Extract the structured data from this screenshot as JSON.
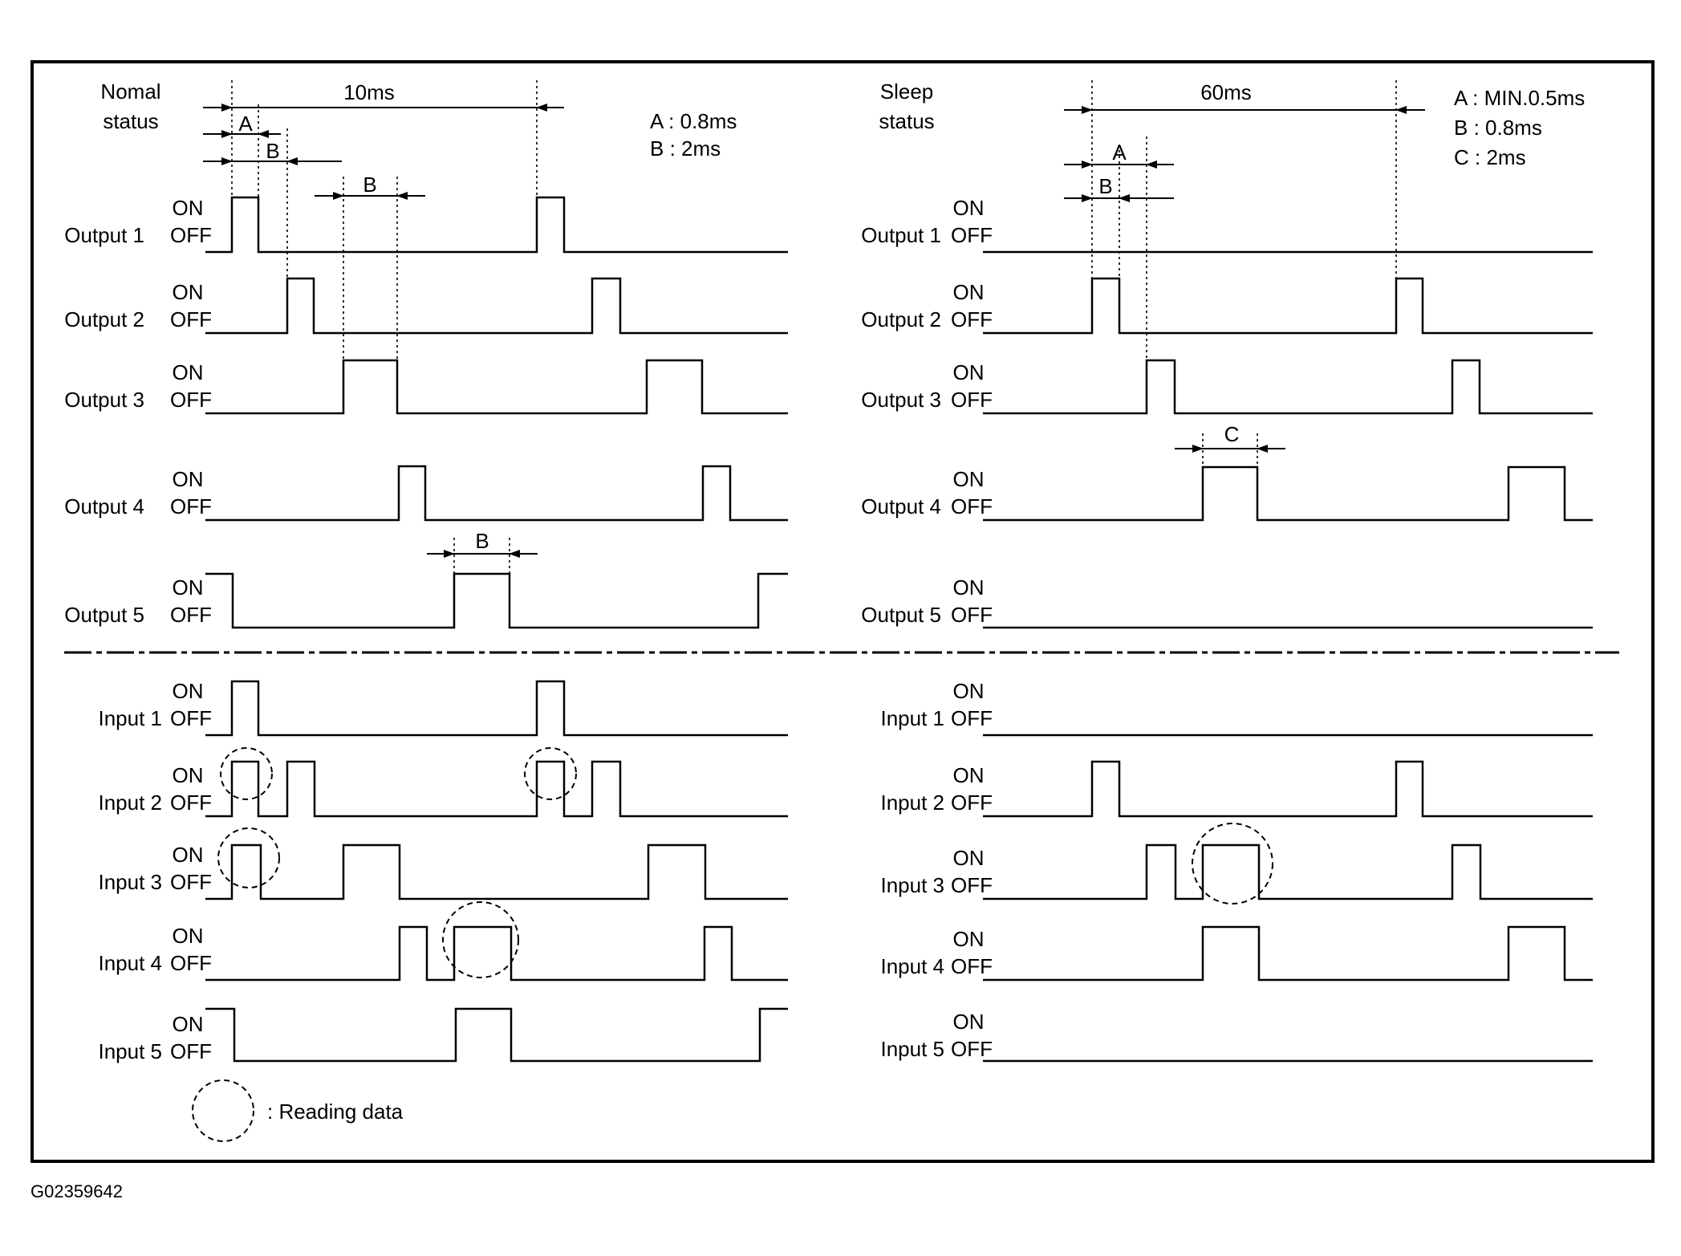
{
  "frame_id": "G02359642",
  "levels": {
    "on": "ON",
    "off": "OFF"
  },
  "normal": {
    "title_line1": "Nomal",
    "title_line2": "status",
    "period": "10ms",
    "legend": [
      "A : 0.8ms",
      "B : 2ms"
    ],
    "dim_a": "A",
    "dim_b": "B",
    "outputs": [
      "Output 1",
      "Output 2",
      "Output 3",
      "Output 4",
      "Output 5"
    ],
    "inputs": [
      "Input 1",
      "Input 2",
      "Input 3",
      "Input 4",
      "Input 5"
    ]
  },
  "sleep": {
    "title_line1": "Sleep",
    "title_line2": "status",
    "period": "60ms",
    "legend": [
      "A : MIN.0.5ms",
      "B : 0.8ms",
      "C : 2ms"
    ],
    "dim_a": "A",
    "dim_b": "B",
    "dim_c": "C",
    "outputs": [
      "Output 1",
      "Output 2",
      "Output 3",
      "Output 4",
      "Output 5"
    ],
    "inputs": [
      "Input 1",
      "Input 2",
      "Input 3",
      "Input 4",
      "Input 5"
    ]
  },
  "footnote": ": Reading data"
}
